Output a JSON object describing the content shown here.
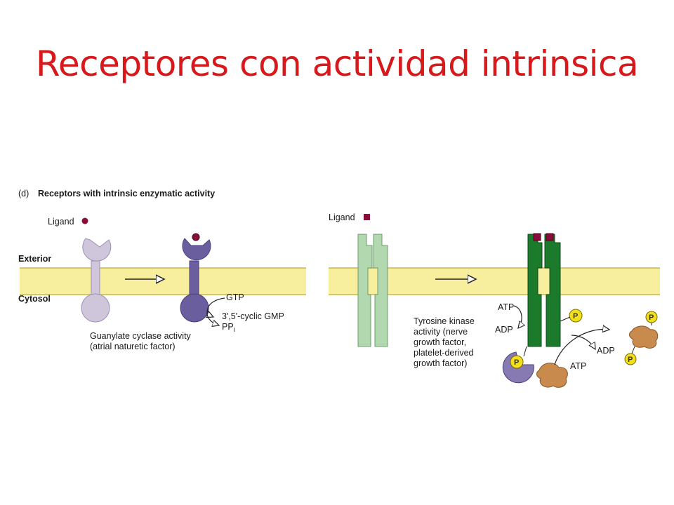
{
  "title": "Receptores con actividad intrinsica",
  "panel": {
    "heading_prefix": "(d)",
    "heading": "Receptors with intrinsic enzymatic activity",
    "exterior": "Exterior",
    "cytosol": "Cytosol"
  },
  "left": {
    "ligand": "Ligand",
    "gtp": "GTP",
    "cgmp": "3',5'-cyclic GMP",
    "ppi": "PP",
    "ppi_sub": "i",
    "caption_line1": "Guanylate cyclase activity",
    "caption_line2": "(atrial naturetic factor)"
  },
  "right": {
    "ligand": "Ligand",
    "atp": "ATP",
    "adp": "ADP",
    "atp2": "ATP",
    "adp2": "ADP",
    "caption_line1": "Tyrosine kinase",
    "caption_line2": "activity (nerve",
    "caption_line3": "growth factor,",
    "caption_line4": "platelet-derived",
    "caption_line5": "growth factor)",
    "phospho": "P"
  },
  "colors": {
    "title": "#d7191b",
    "membrane": "#f7ee9e",
    "membrane_edge": "#c9b84a",
    "receptor_inactive": "#cfc6dc",
    "receptor_active": "#6a5e9e",
    "ligand": "#8b0c3a",
    "tk_inactive": "#b2d8b0",
    "tk_active": "#1c7a2c",
    "phosphate": "#f2e11a",
    "substrate": "#c98a4e"
  }
}
